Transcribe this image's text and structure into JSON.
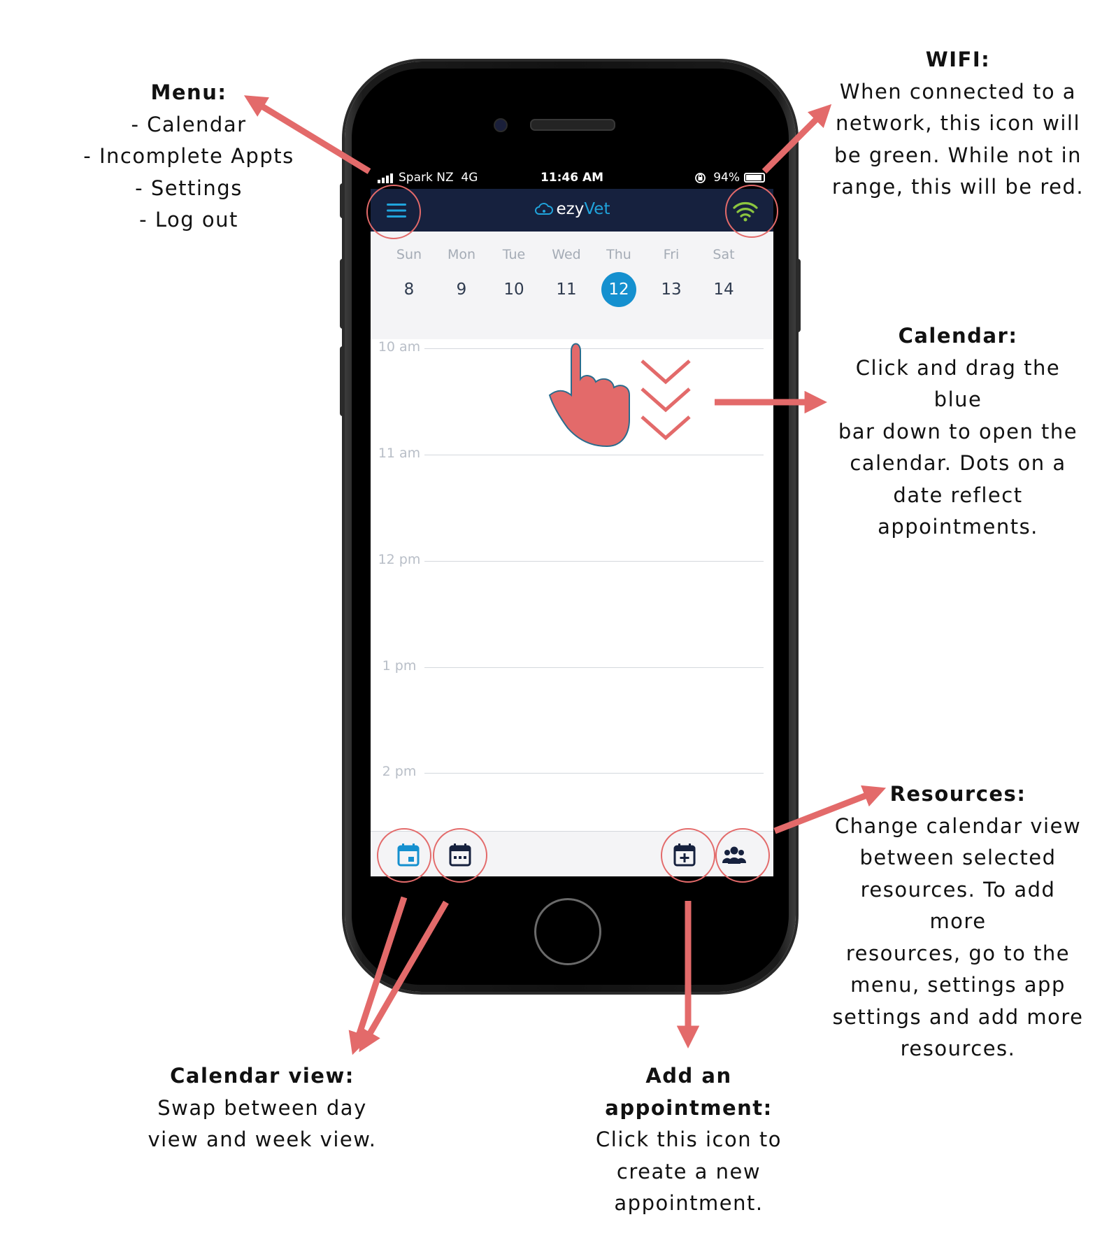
{
  "annotations": {
    "menu": {
      "heading": "Menu:",
      "lines": [
        "- Calendar",
        "- Incomplete Appts",
        "- Settings",
        "- Log out"
      ]
    },
    "wifi": {
      "heading": "WIFI:",
      "lines": [
        "When connected to a",
        "network, this icon will",
        "be green. While not in",
        "range, this will be red."
      ]
    },
    "calendar": {
      "heading": "Calendar:",
      "lines": [
        "Click and drag the blue",
        "bar down to open the",
        "calendar. Dots on a",
        "date reflect",
        "appointments."
      ]
    },
    "resources": {
      "heading": "Resources:",
      "lines": [
        "Change calendar view",
        "between selected",
        "resources. To add more",
        "resources, go to the",
        "menu, settings app",
        "settings and add more",
        "resources."
      ]
    },
    "calendar_view": {
      "heading": "Calendar view:",
      "lines": [
        "Swap between day",
        "view and week view."
      ]
    },
    "add_appointment": {
      "heading": "Add an appointment:",
      "lines": [
        "Click this icon to",
        "create a new",
        "appointment."
      ]
    }
  },
  "status_bar": {
    "carrier": "Spark NZ  4G",
    "time": "11:46 AM",
    "battery": "94%"
  },
  "app_bar": {
    "logo_left": "ezy",
    "logo_right": "Vet",
    "menu_icon": "hamburger-icon",
    "wifi_icon": "wifi-icon",
    "wifi_color": "#8cc63f"
  },
  "week": {
    "days": [
      {
        "dow": "Sun",
        "num": "8"
      },
      {
        "dow": "Mon",
        "num": "9"
      },
      {
        "dow": "Tue",
        "num": "10"
      },
      {
        "dow": "Wed",
        "num": "11"
      },
      {
        "dow": "Thu",
        "num": "12"
      },
      {
        "dow": "Fri",
        "num": "13"
      },
      {
        "dow": "Sat",
        "num": "14"
      }
    ],
    "selected_day": "12"
  },
  "timeline": {
    "hours": [
      "10 am",
      "11 am",
      "12 pm",
      "1 pm",
      "2 pm"
    ]
  },
  "bottom_bar": {
    "day_view_icon": "calendar-day-icon",
    "week_view_icon": "calendar-week-icon",
    "add_icon": "calendar-plus-icon",
    "resources_icon": "users-icon"
  },
  "colors": {
    "accent": "#1590cf",
    "app_bar": "#16213e",
    "annotation": "#e36a6a",
    "text": "#111111"
  }
}
